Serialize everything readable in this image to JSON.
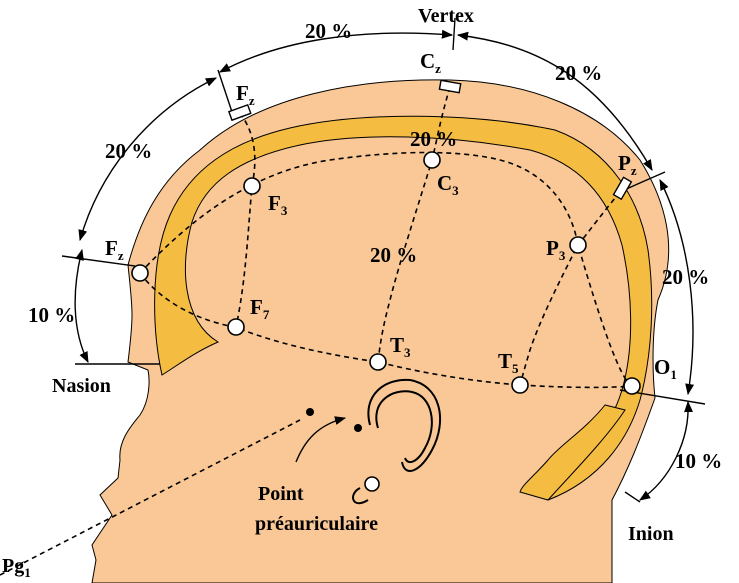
{
  "colors": {
    "skin": "#F9C896",
    "brain_band": "#F5BC42",
    "outline": "#000000",
    "electrode": "#FFFFFF"
  },
  "landmarks": {
    "vertex": "Vertex",
    "nasion": "Nasion",
    "inion": "Inion",
    "preauricular_line1": "Point",
    "preauricular_line2": "préauriculaire",
    "pg1_main": "Pg",
    "pg1_sub": "1"
  },
  "percentages": {
    "top_left": "20 %",
    "top_right": "20 %",
    "front_upper": "20 %",
    "front_lower": "10 %",
    "center_top": "20 %",
    "center_mid": "20 %",
    "back_upper": "20 %",
    "back_lower": "10 %"
  },
  "electrodes": {
    "Cz": {
      "main": "C",
      "sub": "z"
    },
    "Fz": {
      "main": "F",
      "sub": "z"
    },
    "Pz": {
      "main": "P",
      "sub": "z"
    },
    "Fp": {
      "main": "F",
      "sub": "z"
    },
    "F3": {
      "main": "F",
      "sub": "3"
    },
    "C3": {
      "main": "C",
      "sub": "3"
    },
    "P3": {
      "main": "P",
      "sub": "3"
    },
    "F7": {
      "main": "F",
      "sub": "7"
    },
    "T3": {
      "main": "T",
      "sub": "3"
    },
    "T5": {
      "main": "T",
      "sub": "5"
    },
    "O1": {
      "main": "O",
      "sub": "1"
    }
  }
}
